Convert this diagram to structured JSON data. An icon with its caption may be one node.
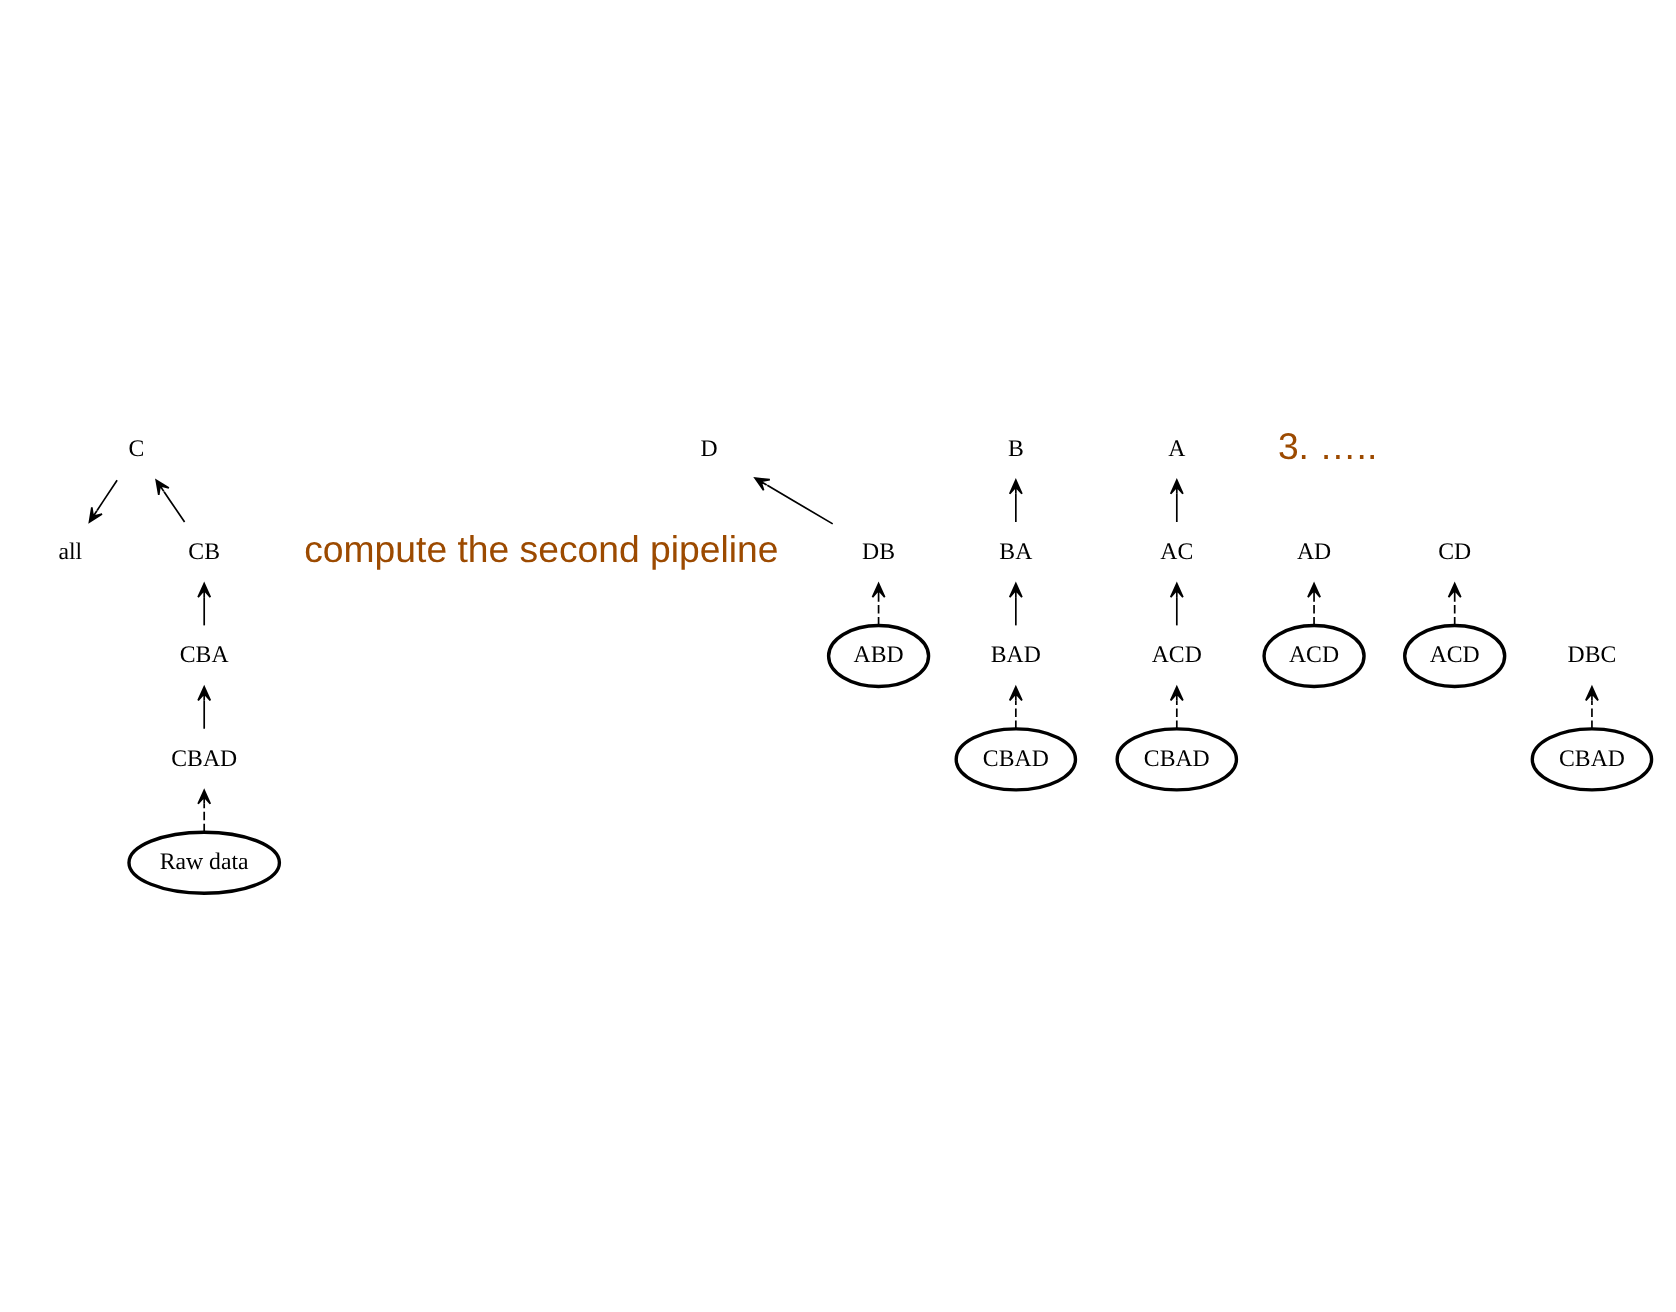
{
  "diagram": {
    "nodes": [
      {
        "text": [
          "all"
        ]
      },
      {
        "text": [
          "C"
        ]
      },
      {
        "text": [
          "B"
        ]
      },
      {
        "text": [
          "A"
        ]
      },
      {
        "text": [
          "D"
        ]
      },
      {
        "text": [
          "CB"
        ]
      },
      {
        "text": [
          "BA"
        ]
      },
      {
        "text": [
          "AC"
        ]
      },
      {
        "text": [
          "AD"
        ]
      },
      {
        "text": [
          "CD"
        ]
      },
      {
        "text": [
          "DB"
        ]
      },
      {
        "text": [
          "CBA"
        ]
      },
      {
        "text": [
          "BAD"
        ]
      },
      {
        "text": [
          "ACD"
        ]
      },
      {
        "text": [
          "DBC"
        ]
      },
      {
        "text": [
          "ACD"
        ]
      },
      {
        "text": [
          "ACD"
        ]
      },
      {
        "text": [
          "ABD"
        ]
      },
      {
        "text": [
          "CBAD"
        ]
      },
      {
        "text": [
          "CBAD"
        ]
      },
      {
        "text": [
          "CBAD"
        ]
      },
      {
        "text": [
          "CBAD"
        ]
      },
      {
        "text": [
          "Raw data"
        ]
      }
    ],
    "edges": [
      {
        "from": 22,
        "to": 18,
        "arrow": "to",
        "style": "dashed"
      },
      {
        "from": 18,
        "to": 11,
        "arrow": "to"
      },
      {
        "from": 11,
        "to": 5,
        "arrow": "to"
      },
      {
        "from": 5,
        "to": 1,
        "arrow": "to"
      },
      {
        "from": 1,
        "to": 0,
        "arrow": "to"
      },
      {
        "from": 19,
        "to": 12,
        "arrow": "to",
        "style": "dashed"
      },
      {
        "from": 12,
        "to": 6,
        "arrow": "to"
      },
      {
        "from": 6,
        "to": 2,
        "arrow": "to"
      },
      {
        "from": 20,
        "to": 13,
        "arrow": "to",
        "style": "dashed"
      },
      {
        "from": 13,
        "to": 7,
        "arrow": "to"
      },
      {
        "from": 7,
        "to": 3,
        "arrow": "to"
      },
      {
        "from": 21,
        "to": 14,
        "arrow": "to",
        "style": "dashed"
      },
      {
        "from": 15,
        "to": 8,
        "arrow": "to",
        "style": "dashed"
      },
      {
        "from": 16,
        "to": 9,
        "arrow": "to",
        "style": "dashed"
      },
      {
        "from": 17,
        "to": 10,
        "arrow": "to",
        "style": "dashed"
      },
      {
        "from": 10,
        "to": 4,
        "arrow": "to"
      }
    ],
    "labels": [
      "compute the second pipeline",
      "3. ….."
    ]
  }
}
